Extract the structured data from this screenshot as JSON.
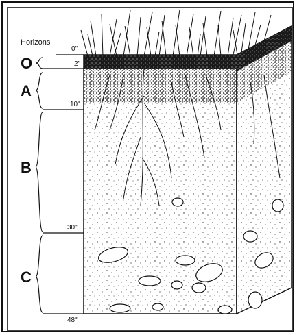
{
  "diagram": {
    "heading": "Horizons",
    "horizons": [
      {
        "letter": "O",
        "top_depth": "0\"",
        "bottom_depth": "2\""
      },
      {
        "letter": "A",
        "top_depth": "2\"",
        "bottom_depth": "10\""
      },
      {
        "letter": "B",
        "top_depth": "10\"",
        "bottom_depth": "30\""
      },
      {
        "letter": "C",
        "top_depth": "30\"",
        "bottom_depth": "48\""
      }
    ],
    "depth_labels": [
      "0\"",
      "2\"",
      "10\"",
      "30\"",
      "48\""
    ]
  },
  "colors": {
    "ink": "#111111",
    "background": "#ffffff"
  }
}
